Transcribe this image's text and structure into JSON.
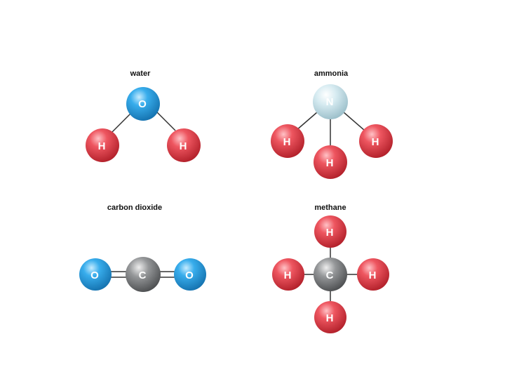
{
  "colors": {
    "H": "#e8404a",
    "O": "#2aa3e6",
    "N": "#cfe7ee",
    "C": "#8a8c8e"
  },
  "molecules": {
    "water": {
      "name": "water",
      "atoms": [
        "O",
        "H",
        "H"
      ]
    },
    "ammonia": {
      "name": "ammonia",
      "atoms": [
        "N",
        "H",
        "H",
        "H"
      ]
    },
    "co2": {
      "name": "carbon dioxide",
      "atoms": [
        "O",
        "C",
        "O"
      ]
    },
    "methane": {
      "name": "methane",
      "atoms": [
        "H",
        "H",
        "C",
        "H",
        "H"
      ]
    }
  }
}
